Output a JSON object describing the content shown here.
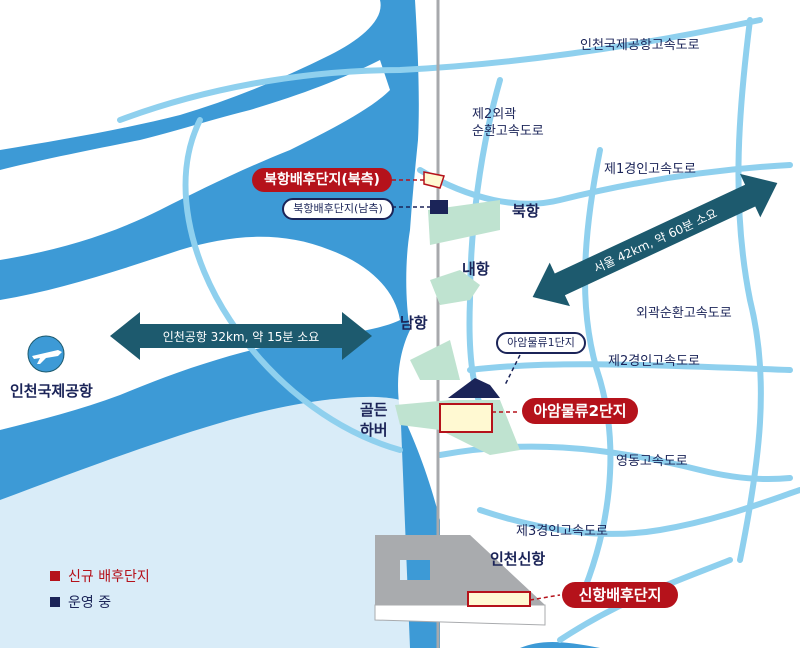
{
  "colors": {
    "sea": "#3d9ad6",
    "sea_light": "#d9ecf8",
    "land": "#ffffff",
    "road": "#8fd0ee",
    "road_gray": "#a7a9ac",
    "arrow": "#1d5a6e",
    "new_complex": "#b5121b",
    "operating": "#1b2458",
    "complex_fill": "#fff9d2",
    "port_green": "#bfe3d0",
    "new_port_gray": "#a9abae"
  },
  "roads": {
    "incheon_airport_expressway": "인천국제공항고속도로",
    "second_outer_ring": "제2외곽\n순환고속도로",
    "first_gyeongin": "제1경인고속도로",
    "outer_ring": "외곽순환고속도로",
    "second_gyeongin": "제2경인고속도로",
    "yeongdong": "영동고속도로",
    "third_gyeongin": "제3경인고속도로"
  },
  "ports": {
    "north_port": "북항",
    "inner_port": "내항",
    "south_port": "남항",
    "golden_harbor": "골든\n하버",
    "incheon_new_port": "인천신항",
    "airport": "인천국제공항"
  },
  "badges": {
    "north_port_complex_north": "북항배후단지(북측)",
    "north_port_complex_south": "북항배후단지(남측)",
    "aam_logistics_1": "아암물류1단지",
    "aam_logistics_2": "아암물류2단지",
    "new_port_complex": "신항배후단지"
  },
  "distances": {
    "airport": "인천공항 32km, 약 15분 소요",
    "seoul": "서울 42km, 약 60분 소요"
  },
  "legend": {
    "new_complex": "신규 배후단지",
    "operating": "운영 중"
  },
  "icons": {
    "airport": "airplane-icon"
  }
}
